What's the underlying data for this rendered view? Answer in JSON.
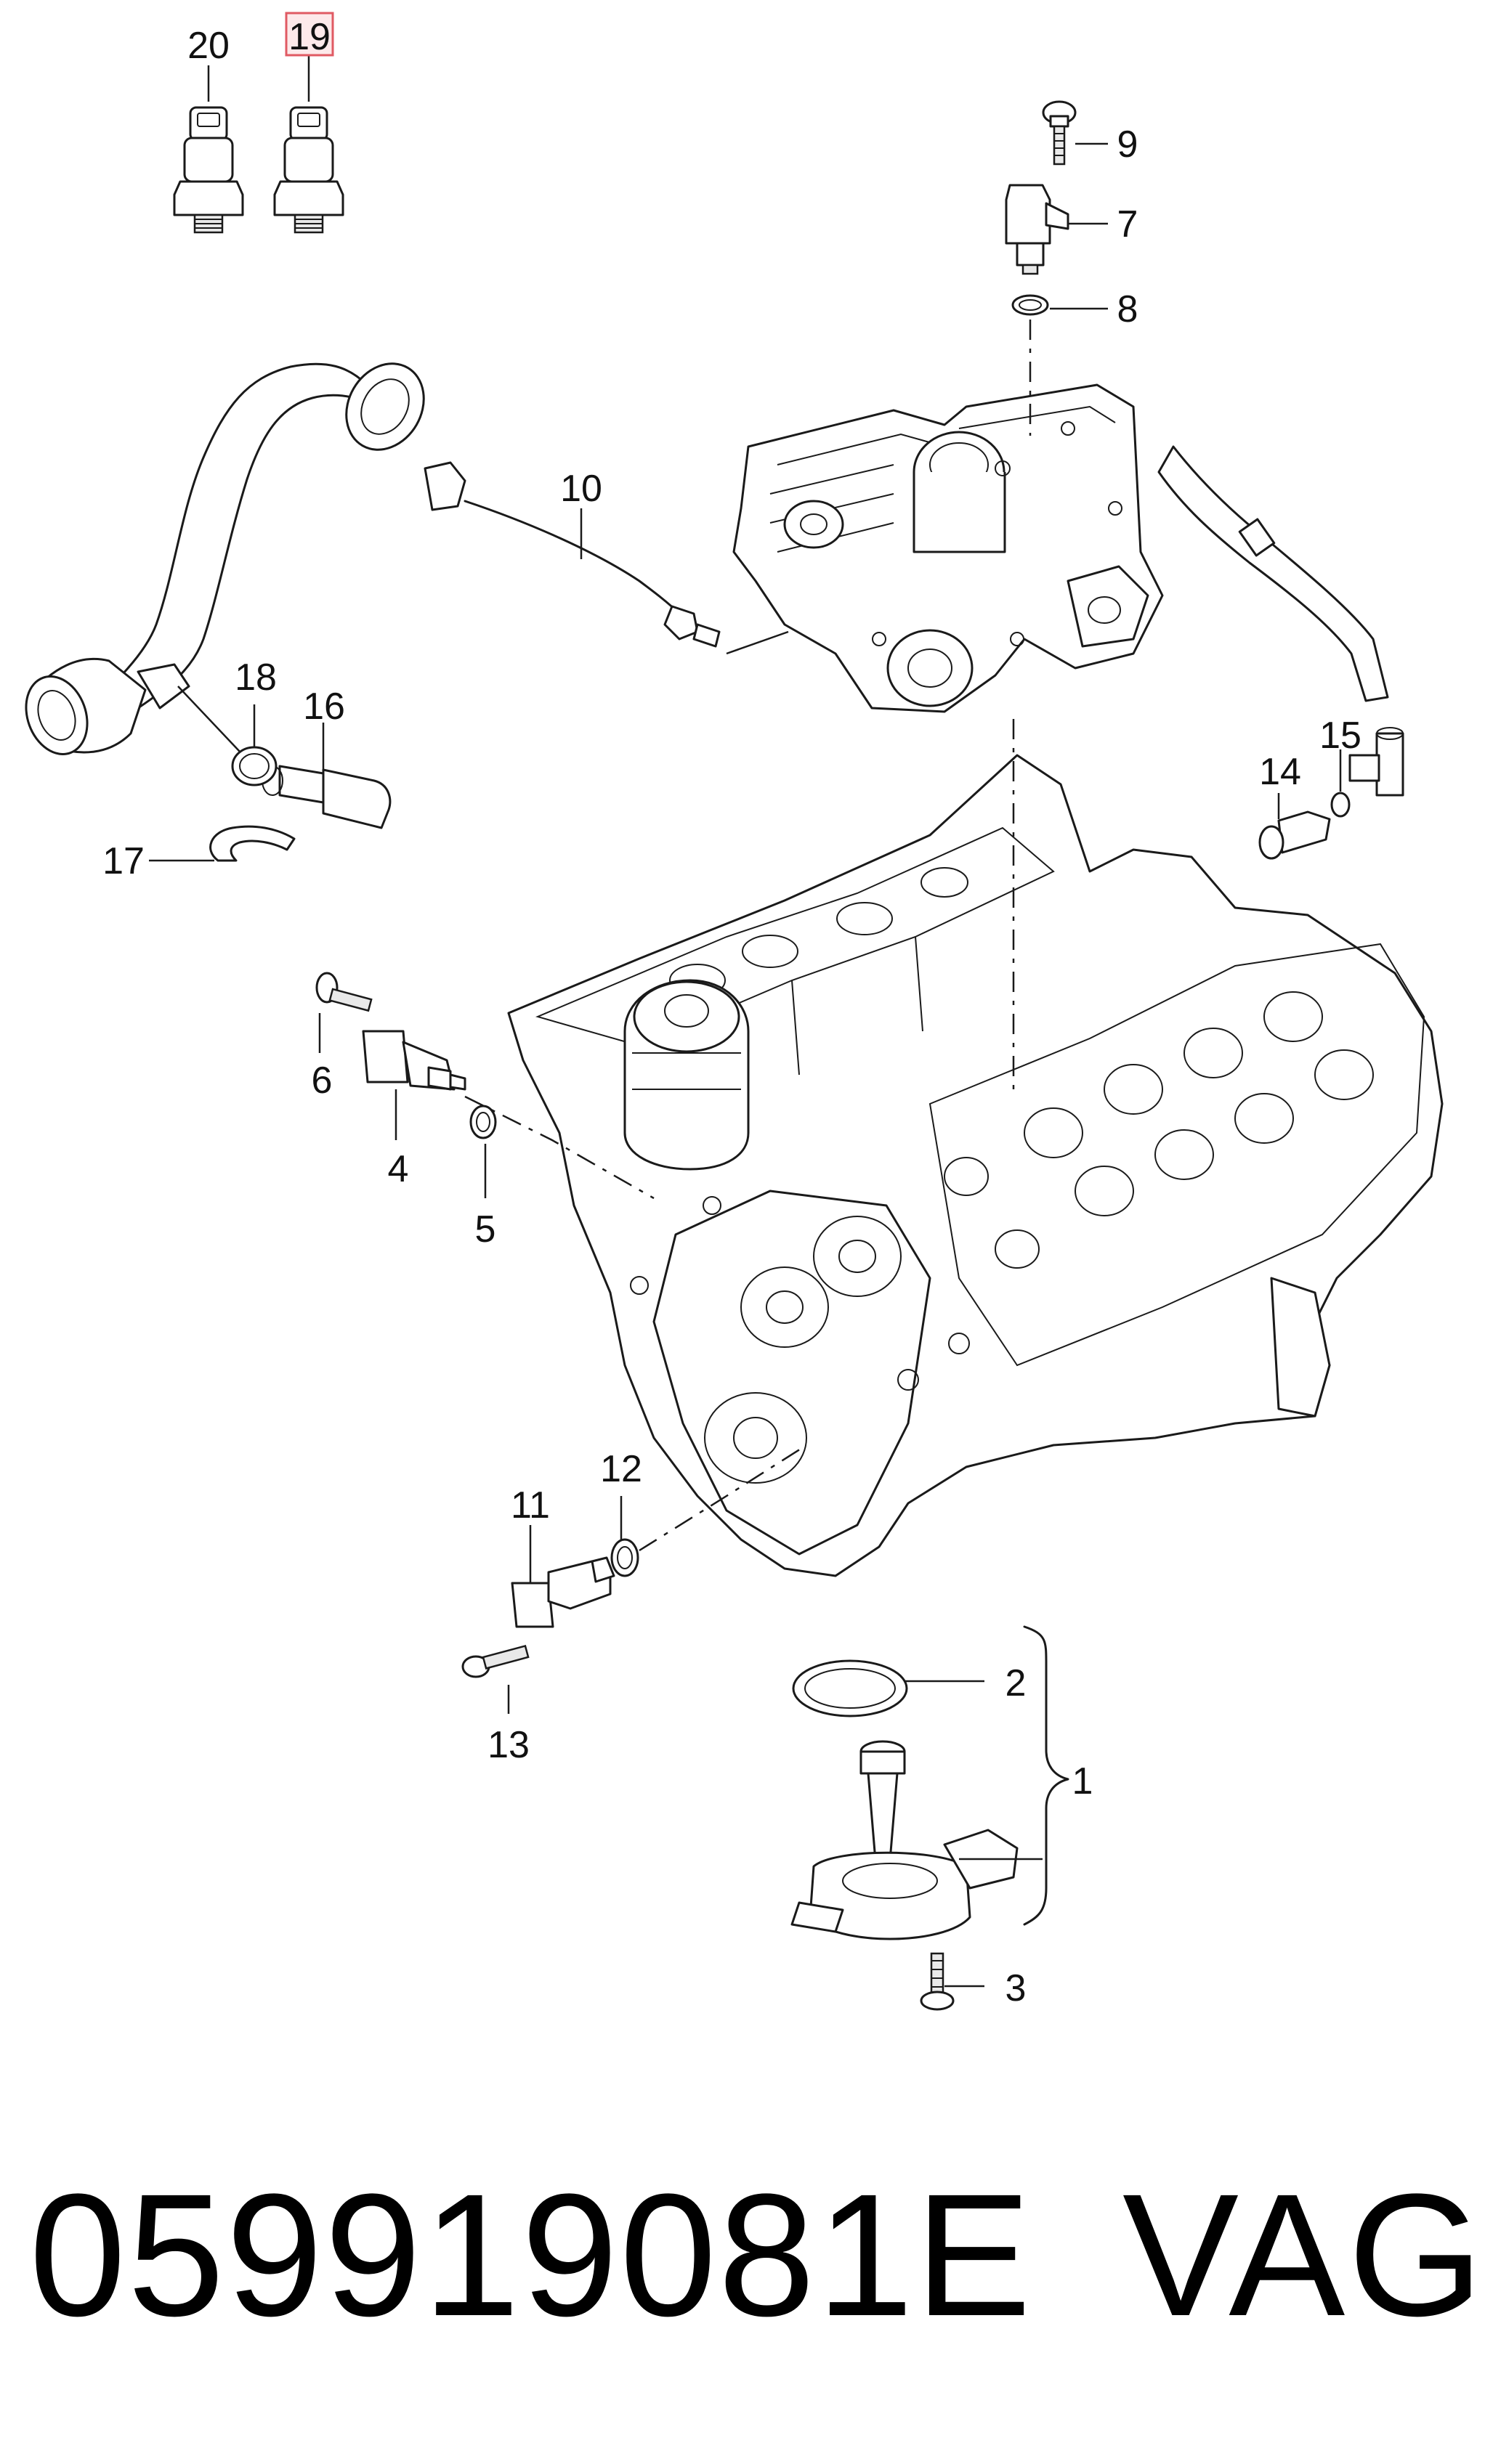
{
  "callouts": {
    "c1": "1",
    "c2": "2",
    "c3": "3",
    "c4": "4",
    "c5": "5",
    "c6": "6",
    "c7": "7",
    "c8": "8",
    "c9": "9",
    "c10": "10",
    "c11": "11",
    "c12": "12",
    "c13": "13",
    "c14": "14",
    "c15": "15",
    "c16": "16",
    "c17": "17",
    "c18": "18",
    "c19": "19",
    "c20": "20"
  },
  "highlighted_callout": "19",
  "footer": {
    "part_number": "059919081E",
    "brand": "VAG"
  }
}
